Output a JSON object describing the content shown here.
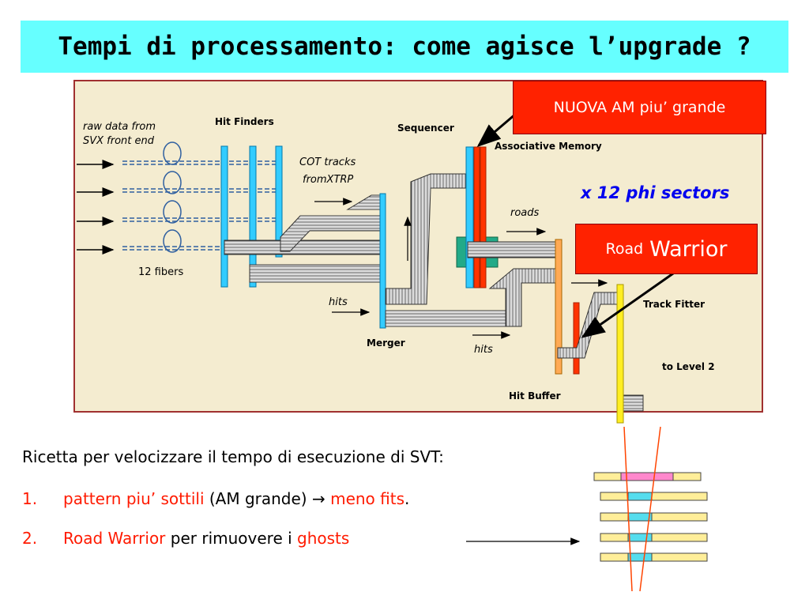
{
  "title": "Tempi di processamento: come agisce l’upgrade ?",
  "diagram": {
    "raw_data_line1": "raw data from",
    "raw_data_line2": "SVX front end",
    "hit_finders": "Hit Finders",
    "fibers": "12 fibers",
    "cot_line1": "COT tracks",
    "cot_line2": "fromXTRP",
    "sequencer": "Sequencer",
    "associative_memory": "Associative Memory",
    "roads": "roads",
    "hits_1": "hits",
    "hits_2": "hits",
    "merger": "Merger",
    "hit_buffer": "Hit Buffer",
    "track_fitter": "Track Fitter",
    "to_level2": "to Level 2"
  },
  "callouts": {
    "nuova_am": "NUOVA AM piu’ grande",
    "phi_sectors": "x 12 phi sectors",
    "road_warrior_small": "Road",
    "road_warrior_big": "Warrior"
  },
  "recipe": {
    "intro": "Ricetta per velocizzare il tempo di esecuzione di SVT:",
    "item1_num": "1.",
    "item1_red": "pattern piu’ sottili",
    "item1_black": " (AM grande) → ",
    "item1_red2": "meno fits",
    "item1_end": ".",
    "item2_num": "2.",
    "item2_red": "Road Warrior",
    "item2_black": " per rimuovere i ",
    "item2_red2": "ghosts"
  },
  "colors": {
    "title_bg": "#66ffff",
    "diagram_bg": "#f4ecd0",
    "callout_red": "#ff2200",
    "phi_blue": "#0000ee",
    "highlight_red": "#ff1a00"
  }
}
